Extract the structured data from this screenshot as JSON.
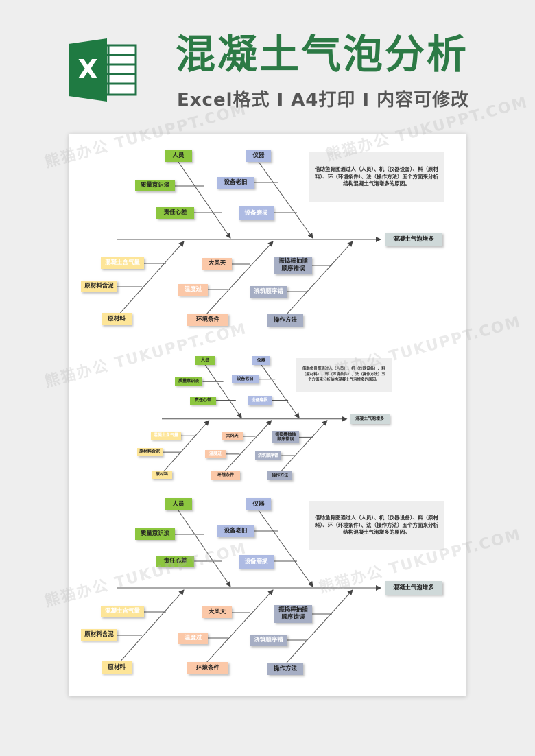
{
  "header": {
    "icon_letter": "X",
    "title": "混凝土气泡分析",
    "subtitle_parts": [
      "Excel格式",
      "A4打印",
      "内容可修改"
    ],
    "separator": "I"
  },
  "watermark_text": "熊猫办公 TUKUPPT.COM",
  "diagram": {
    "effect": "混凝土气泡增多",
    "description": "借助鱼骨图通过人（人员）、机（仪器设备）、料（原材料）、环（环境条件）、法（操作方法）五个方面来分析结构混凝土气泡增多的原因。",
    "categories": {
      "person": "人员",
      "machine": "仪器",
      "material": "原材料",
      "environment": "环境条件",
      "method": "操作方法"
    },
    "causes": {
      "quality_awareness": "质量意识淡",
      "responsibility": "责任心差",
      "equipment_old": "设备老旧",
      "equipment_worn": "设备磨损",
      "concrete_air": "混凝土含气量",
      "material_mud": "原材料含泥",
      "strong_wind": "大风天",
      "temp_high": "温度过",
      "vibrator_order": "振捣棒抽插\n顺序错误",
      "pour_order": "浇筑顺序错"
    }
  },
  "colors": {
    "green": "#8cc63f",
    "blue": "#aebbe3",
    "yellow": "#fde598",
    "orange": "#fbc8a8",
    "gray": "#a6aec4",
    "effect": "#cfd9d9",
    "title": "#2c7a45"
  }
}
